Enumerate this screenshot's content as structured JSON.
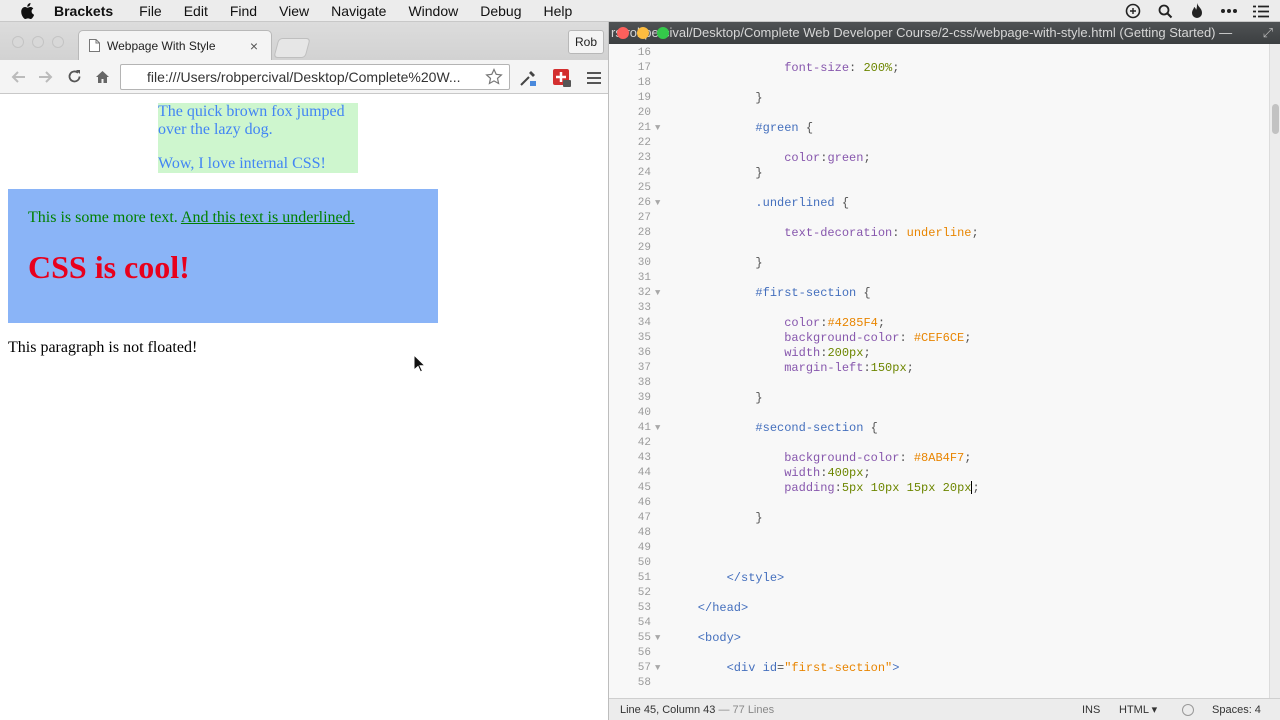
{
  "menubar": {
    "app": "Brackets",
    "items": [
      "File",
      "Edit",
      "Find",
      "View",
      "Navigate",
      "Window",
      "Debug",
      "Help"
    ]
  },
  "browser": {
    "tab_title": "Webpage With Style",
    "tab_close": "×",
    "profile": "Rob",
    "url": "file:///Users/robpercival/Desktop/Complete%20W..."
  },
  "page": {
    "first_section": [
      "The quick brown fox jumped over the lazy dog.",
      "Wow, I love internal CSS!"
    ],
    "second_section": {
      "text": "This is some more text.",
      "underlined": "And this text is underlined.",
      "heading": "CSS is cool!"
    },
    "not_floated": "This paragraph is not floated!"
  },
  "editor": {
    "title": "rs/robpercival/Desktop/Complete Web Developer Course/2-css/webpage-with-style.html (Getting Started) —",
    "lines": [
      {
        "n": "16",
        "fold": false,
        "tokens": [
          {
            "t": "",
            "c": ""
          }
        ]
      },
      {
        "n": "17",
        "fold": false,
        "tokens": [
          {
            "t": "                font-size",
            "c": "t-prop"
          },
          {
            "t": ": ",
            "c": ""
          },
          {
            "t": "200%",
            "c": "t-num"
          },
          {
            "t": ";",
            "c": ""
          }
        ]
      },
      {
        "n": "18",
        "fold": false,
        "tokens": [
          {
            "t": "",
            "c": ""
          }
        ]
      },
      {
        "n": "19",
        "fold": false,
        "tokens": [
          {
            "t": "            }",
            "c": ""
          }
        ]
      },
      {
        "n": "20",
        "fold": false,
        "tokens": [
          {
            "t": "",
            "c": ""
          }
        ]
      },
      {
        "n": "21",
        "fold": true,
        "tokens": [
          {
            "t": "            #green",
            "c": "t-sel"
          },
          {
            "t": " {",
            "c": ""
          }
        ]
      },
      {
        "n": "22",
        "fold": false,
        "tokens": [
          {
            "t": "",
            "c": ""
          }
        ]
      },
      {
        "n": "23",
        "fold": false,
        "tokens": [
          {
            "t": "                color",
            "c": "t-prop"
          },
          {
            "t": ":",
            "c": ""
          },
          {
            "t": "green",
            "c": "t-prop"
          },
          {
            "t": ";",
            "c": ""
          }
        ]
      },
      {
        "n": "24",
        "fold": false,
        "tokens": [
          {
            "t": "            }",
            "c": ""
          }
        ]
      },
      {
        "n": "25",
        "fold": false,
        "tokens": [
          {
            "t": "",
            "c": ""
          }
        ]
      },
      {
        "n": "26",
        "fold": true,
        "tokens": [
          {
            "t": "            .underlined",
            "c": "t-sel"
          },
          {
            "t": " {",
            "c": ""
          }
        ]
      },
      {
        "n": "27",
        "fold": false,
        "tokens": [
          {
            "t": "",
            "c": ""
          }
        ]
      },
      {
        "n": "28",
        "fold": false,
        "tokens": [
          {
            "t": "                text-decoration",
            "c": "t-prop"
          },
          {
            "t": ": ",
            "c": ""
          },
          {
            "t": "underline",
            "c": "t-kw"
          },
          {
            "t": ";",
            "c": ""
          }
        ]
      },
      {
        "n": "29",
        "fold": false,
        "tokens": [
          {
            "t": "",
            "c": ""
          }
        ]
      },
      {
        "n": "30",
        "fold": false,
        "tokens": [
          {
            "t": "            }",
            "c": ""
          }
        ]
      },
      {
        "n": "31",
        "fold": false,
        "tokens": [
          {
            "t": "",
            "c": ""
          }
        ]
      },
      {
        "n": "32",
        "fold": true,
        "tokens": [
          {
            "t": "            #first-section",
            "c": "t-sel"
          },
          {
            "t": " {",
            "c": ""
          }
        ]
      },
      {
        "n": "33",
        "fold": false,
        "tokens": [
          {
            "t": "",
            "c": ""
          }
        ]
      },
      {
        "n": "34",
        "fold": false,
        "tokens": [
          {
            "t": "                color",
            "c": "t-prop"
          },
          {
            "t": ":",
            "c": ""
          },
          {
            "t": "#4285F4",
            "c": "t-kw"
          },
          {
            "t": ";",
            "c": ""
          }
        ]
      },
      {
        "n": "35",
        "fold": false,
        "tokens": [
          {
            "t": "                background-color",
            "c": "t-prop"
          },
          {
            "t": ": ",
            "c": ""
          },
          {
            "t": "#CEF6CE",
            "c": "t-kw"
          },
          {
            "t": ";",
            "c": ""
          }
        ]
      },
      {
        "n": "36",
        "fold": false,
        "tokens": [
          {
            "t": "                width",
            "c": "t-prop"
          },
          {
            "t": ":",
            "c": ""
          },
          {
            "t": "200px",
            "c": "t-num"
          },
          {
            "t": ";",
            "c": ""
          }
        ]
      },
      {
        "n": "37",
        "fold": false,
        "tokens": [
          {
            "t": "                margin-left",
            "c": "t-prop"
          },
          {
            "t": ":",
            "c": ""
          },
          {
            "t": "150px",
            "c": "t-num"
          },
          {
            "t": ";",
            "c": ""
          }
        ]
      },
      {
        "n": "38",
        "fold": false,
        "tokens": [
          {
            "t": "",
            "c": ""
          }
        ]
      },
      {
        "n": "39",
        "fold": false,
        "tokens": [
          {
            "t": "            }",
            "c": ""
          }
        ]
      },
      {
        "n": "40",
        "fold": false,
        "tokens": [
          {
            "t": "",
            "c": ""
          }
        ]
      },
      {
        "n": "41",
        "fold": true,
        "tokens": [
          {
            "t": "            #second-section",
            "c": "t-sel"
          },
          {
            "t": " {",
            "c": ""
          }
        ]
      },
      {
        "n": "42",
        "fold": false,
        "tokens": [
          {
            "t": "",
            "c": ""
          }
        ]
      },
      {
        "n": "43",
        "fold": false,
        "tokens": [
          {
            "t": "                background-color",
            "c": "t-prop"
          },
          {
            "t": ": ",
            "c": ""
          },
          {
            "t": "#8AB4F7",
            "c": "t-kw"
          },
          {
            "t": ";",
            "c": ""
          }
        ]
      },
      {
        "n": "44",
        "fold": false,
        "tokens": [
          {
            "t": "                width",
            "c": "t-prop"
          },
          {
            "t": ":",
            "c": ""
          },
          {
            "t": "400px",
            "c": "t-num"
          },
          {
            "t": ";",
            "c": ""
          }
        ]
      },
      {
        "n": "45",
        "fold": false,
        "caret": true,
        "tokens": [
          {
            "t": "                padding",
            "c": "t-prop"
          },
          {
            "t": ":",
            "c": ""
          },
          {
            "t": "5px 10px 15px 20px",
            "c": "t-num"
          },
          {
            "t": ";",
            "c": ""
          }
        ]
      },
      {
        "n": "46",
        "fold": false,
        "tokens": [
          {
            "t": "",
            "c": ""
          }
        ]
      },
      {
        "n": "47",
        "fold": false,
        "tokens": [
          {
            "t": "            }",
            "c": ""
          }
        ]
      },
      {
        "n": "48",
        "fold": false,
        "tokens": [
          {
            "t": "",
            "c": ""
          }
        ]
      },
      {
        "n": "49",
        "fold": false,
        "tokens": [
          {
            "t": "",
            "c": ""
          }
        ]
      },
      {
        "n": "50",
        "fold": false,
        "tokens": [
          {
            "t": "",
            "c": ""
          }
        ]
      },
      {
        "n": "51",
        "fold": false,
        "tokens": [
          {
            "t": "        </style>",
            "c": "t-tag"
          }
        ]
      },
      {
        "n": "52",
        "fold": false,
        "tokens": [
          {
            "t": "",
            "c": ""
          }
        ]
      },
      {
        "n": "53",
        "fold": false,
        "tokens": [
          {
            "t": "    </head>",
            "c": "t-tag"
          }
        ]
      },
      {
        "n": "54",
        "fold": false,
        "tokens": [
          {
            "t": "",
            "c": ""
          }
        ]
      },
      {
        "n": "55",
        "fold": true,
        "tokens": [
          {
            "t": "    <body>",
            "c": "t-tag"
          }
        ]
      },
      {
        "n": "56",
        "fold": false,
        "tokens": [
          {
            "t": "",
            "c": ""
          }
        ]
      },
      {
        "n": "57",
        "fold": true,
        "tokens": [
          {
            "t": "        <div ",
            "c": "t-tag"
          },
          {
            "t": "id",
            "c": "t-attr"
          },
          {
            "t": "=",
            "c": ""
          },
          {
            "t": "\"first-section\"",
            "c": "t-str"
          },
          {
            "t": ">",
            "c": "t-tag"
          }
        ]
      },
      {
        "n": "58",
        "fold": false,
        "tokens": [
          {
            "t": "",
            "c": ""
          }
        ]
      }
    ],
    "status": {
      "position": "Line 45, Column 43",
      "lines": "— 77 Lines",
      "ins": "INS",
      "mode": "HTML ▾",
      "spaces": "Spaces: 4"
    }
  },
  "colors": {
    "first_section_bg": "#CEF6CE",
    "first_section_text": "#4285F4",
    "second_section_bg": "#8AB4F7",
    "heading_red": "#e8001c"
  }
}
